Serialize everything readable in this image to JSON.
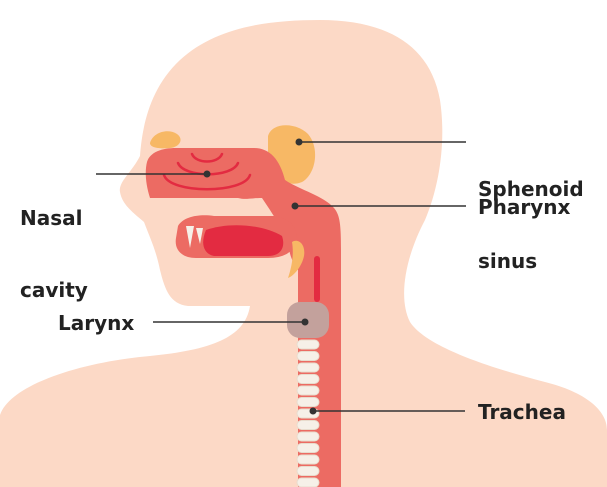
{
  "labels": {
    "sphenoid_sinus_line1": "Sphenoid",
    "sphenoid_sinus_line2": "sinus",
    "nasal_cavity_line1": "Nasal",
    "nasal_cavity_line2": "cavity",
    "pharynx": "Pharynx",
    "larynx": "Larynx",
    "trachea": "Trachea"
  },
  "colors": {
    "skin": "#fcd9c6",
    "airway": "#ec6b63",
    "airway_dark": "#e32b41",
    "sinus": "#f7b865",
    "larynx": "#c3a19c",
    "trachea_rings": "#f6f0e8",
    "leader_line": "#333333"
  }
}
